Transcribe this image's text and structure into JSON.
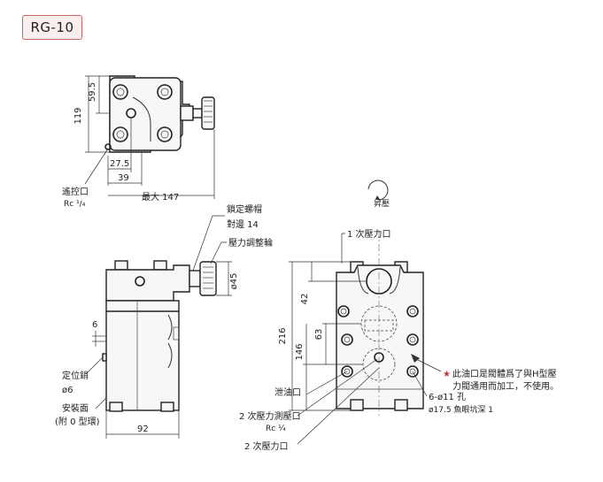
{
  "model": "RG-10",
  "top_view": {
    "dim_height_total": "119",
    "dim_height_upper": "59.5",
    "dim_27_5": "27.5",
    "dim_39": "39",
    "dim_max_width": "最大 147",
    "remote_port_label": "遙控口",
    "remote_port_spec": "Rc ¹/₄",
    "rotation_label": "昇壓"
  },
  "side_view": {
    "lock_nut_label": "鎖定螺帽",
    "lock_nut_size": "對邊 14",
    "pressure_knob_label": "壓力調整輪",
    "dim_knob_dia": "ø45",
    "dim_6": "6",
    "locating_pin_label": "定位銷",
    "locating_pin_size": "ø6",
    "mounting_face_label": "安裝面",
    "mounting_face_note": "(附 0 型環)",
    "dim_width": "92"
  },
  "front_view": {
    "port1_label": "1 次壓力口",
    "dim_216": "216",
    "dim_146": "146",
    "dim_63": "63",
    "dim_42": "42",
    "drain_label": "泄油口",
    "gauge_port_label": "2 次壓力測壓口",
    "gauge_port_spec": "Rc ¼",
    "port2_label": "2 次壓力口",
    "note_star": "★",
    "note_line1": "此油口是閥體爲了與H型壓",
    "note_line2": "力閥通用而加工，不使用。",
    "holes_label": "6-ø11 孔",
    "counterbore_label": "ø17.5 魚眼坑深 1"
  }
}
